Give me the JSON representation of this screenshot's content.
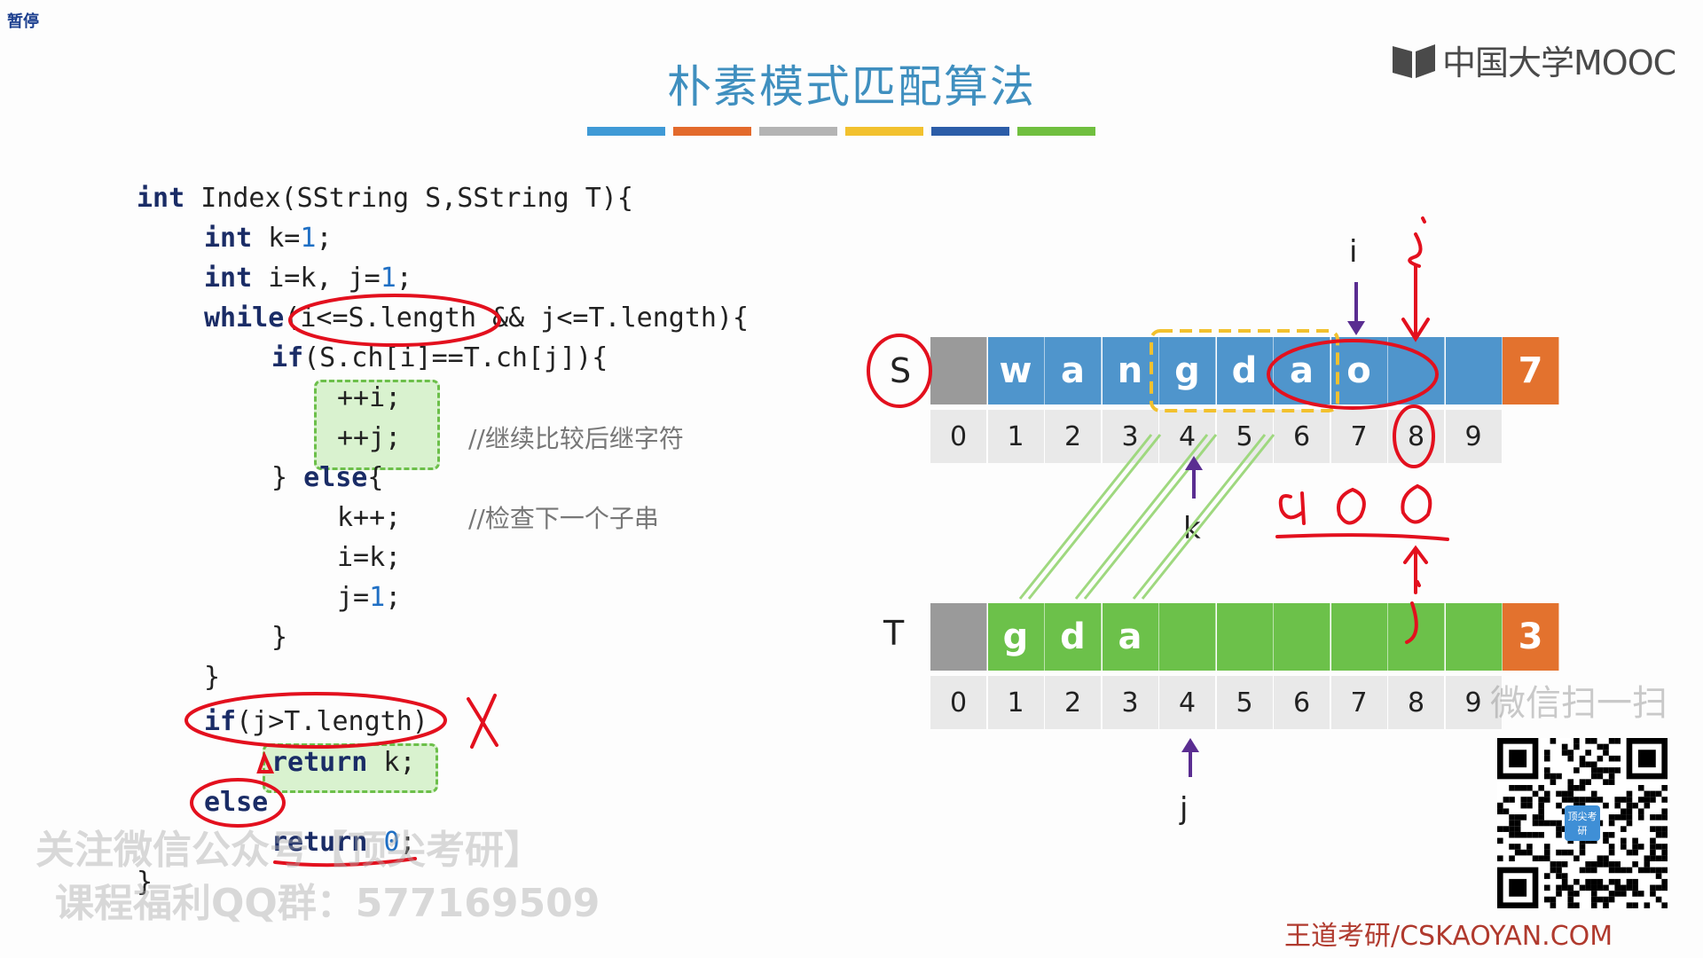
{
  "pause_badge": "暂停",
  "title": "朴素模式匹配算法",
  "logo_text": "中国大学MOOC",
  "color_bar": [
    "#3f9ad6",
    "#e36a2c",
    "#b4b4b4",
    "#f2c12e",
    "#2c5da8",
    "#70bf3f"
  ],
  "code": {
    "l1": [
      "int",
      " Index(SString S,SString T){"
    ],
    "l2": [
      "int",
      " k=",
      "1",
      ";"
    ],
    "l3": [
      "int",
      " i=k, j=",
      "1",
      ";"
    ],
    "l4": [
      "while",
      "(i<=S.length && j<=T.length){"
    ],
    "l5": [
      "if",
      "(S.ch[i]==T.ch[j]){"
    ],
    "l6": "++i;",
    "l7": "++j;",
    "l7_comment": "//继续比较后继字符",
    "l8": [
      "} ",
      "else",
      "{"
    ],
    "l9": "k++;",
    "l9_comment": "//检查下一个子串",
    "l10": "i=k;",
    "l11": [
      "j=",
      "1",
      ";"
    ],
    "l12": "}",
    "l13": "}",
    "l14": [
      "if",
      "(j>T.length)"
    ],
    "l15": [
      "return",
      " k;"
    ],
    "l16": "else",
    "l17": [
      "return",
      " ",
      "0",
      ";"
    ],
    "l18": "}"
  },
  "string_s": {
    "label": "S",
    "cells": [
      "",
      "w",
      "a",
      "n",
      "g",
      "d",
      "a",
      "o",
      "",
      ""
    ],
    "length": "7",
    "indices": [
      "0",
      "1",
      "2",
      "3",
      "4",
      "5",
      "6",
      "7",
      "8",
      "9"
    ]
  },
  "string_t": {
    "label": "T",
    "cells": [
      "",
      "g",
      "d",
      "a",
      "",
      "",
      "",
      "",
      "",
      ""
    ],
    "length": "3",
    "indices": [
      "0",
      "1",
      "2",
      "3",
      "4",
      "5",
      "6",
      "7",
      "8",
      "9"
    ]
  },
  "pointers": {
    "i": "i",
    "k": "k",
    "j": "j"
  },
  "handwriting": {
    "i_mark": "i",
    "aoo": "aoo",
    "j_mark": "j",
    "eight_circle": "8",
    "x_mark": "X"
  },
  "watermark": {
    "line1": "关注微信公众号【顶尖考研】",
    "line2": "课程福利QQ群：577169509"
  },
  "qr_caption": "微信扫一扫",
  "qr_badge": "顶尖考研",
  "footer": "王道考研/CSKAOYAN.COM"
}
